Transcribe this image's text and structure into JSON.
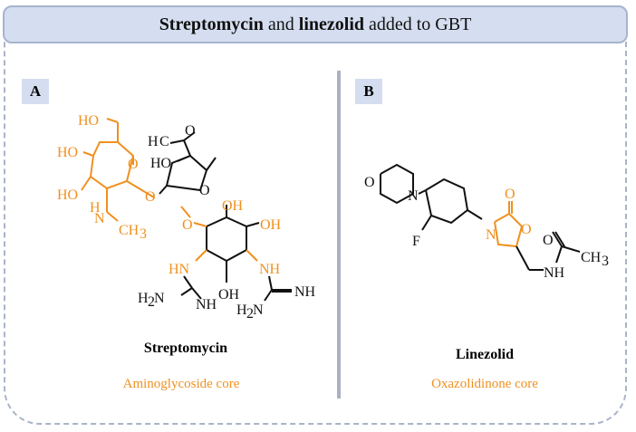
{
  "title": {
    "part1": "Streptomycin",
    "part2": " and ",
    "part3": "linezolid",
    "part4": " added to GBT"
  },
  "panels": [
    {
      "label": "A",
      "name": "Streptomycin",
      "core": "Aminoglycoside core"
    },
    {
      "label": "B",
      "name": "Linezolid",
      "core": "Oxazolidinone core"
    }
  ],
  "colors": {
    "core": "#f0901e",
    "frame": "#a9b4c8",
    "header": "#d5def0"
  }
}
